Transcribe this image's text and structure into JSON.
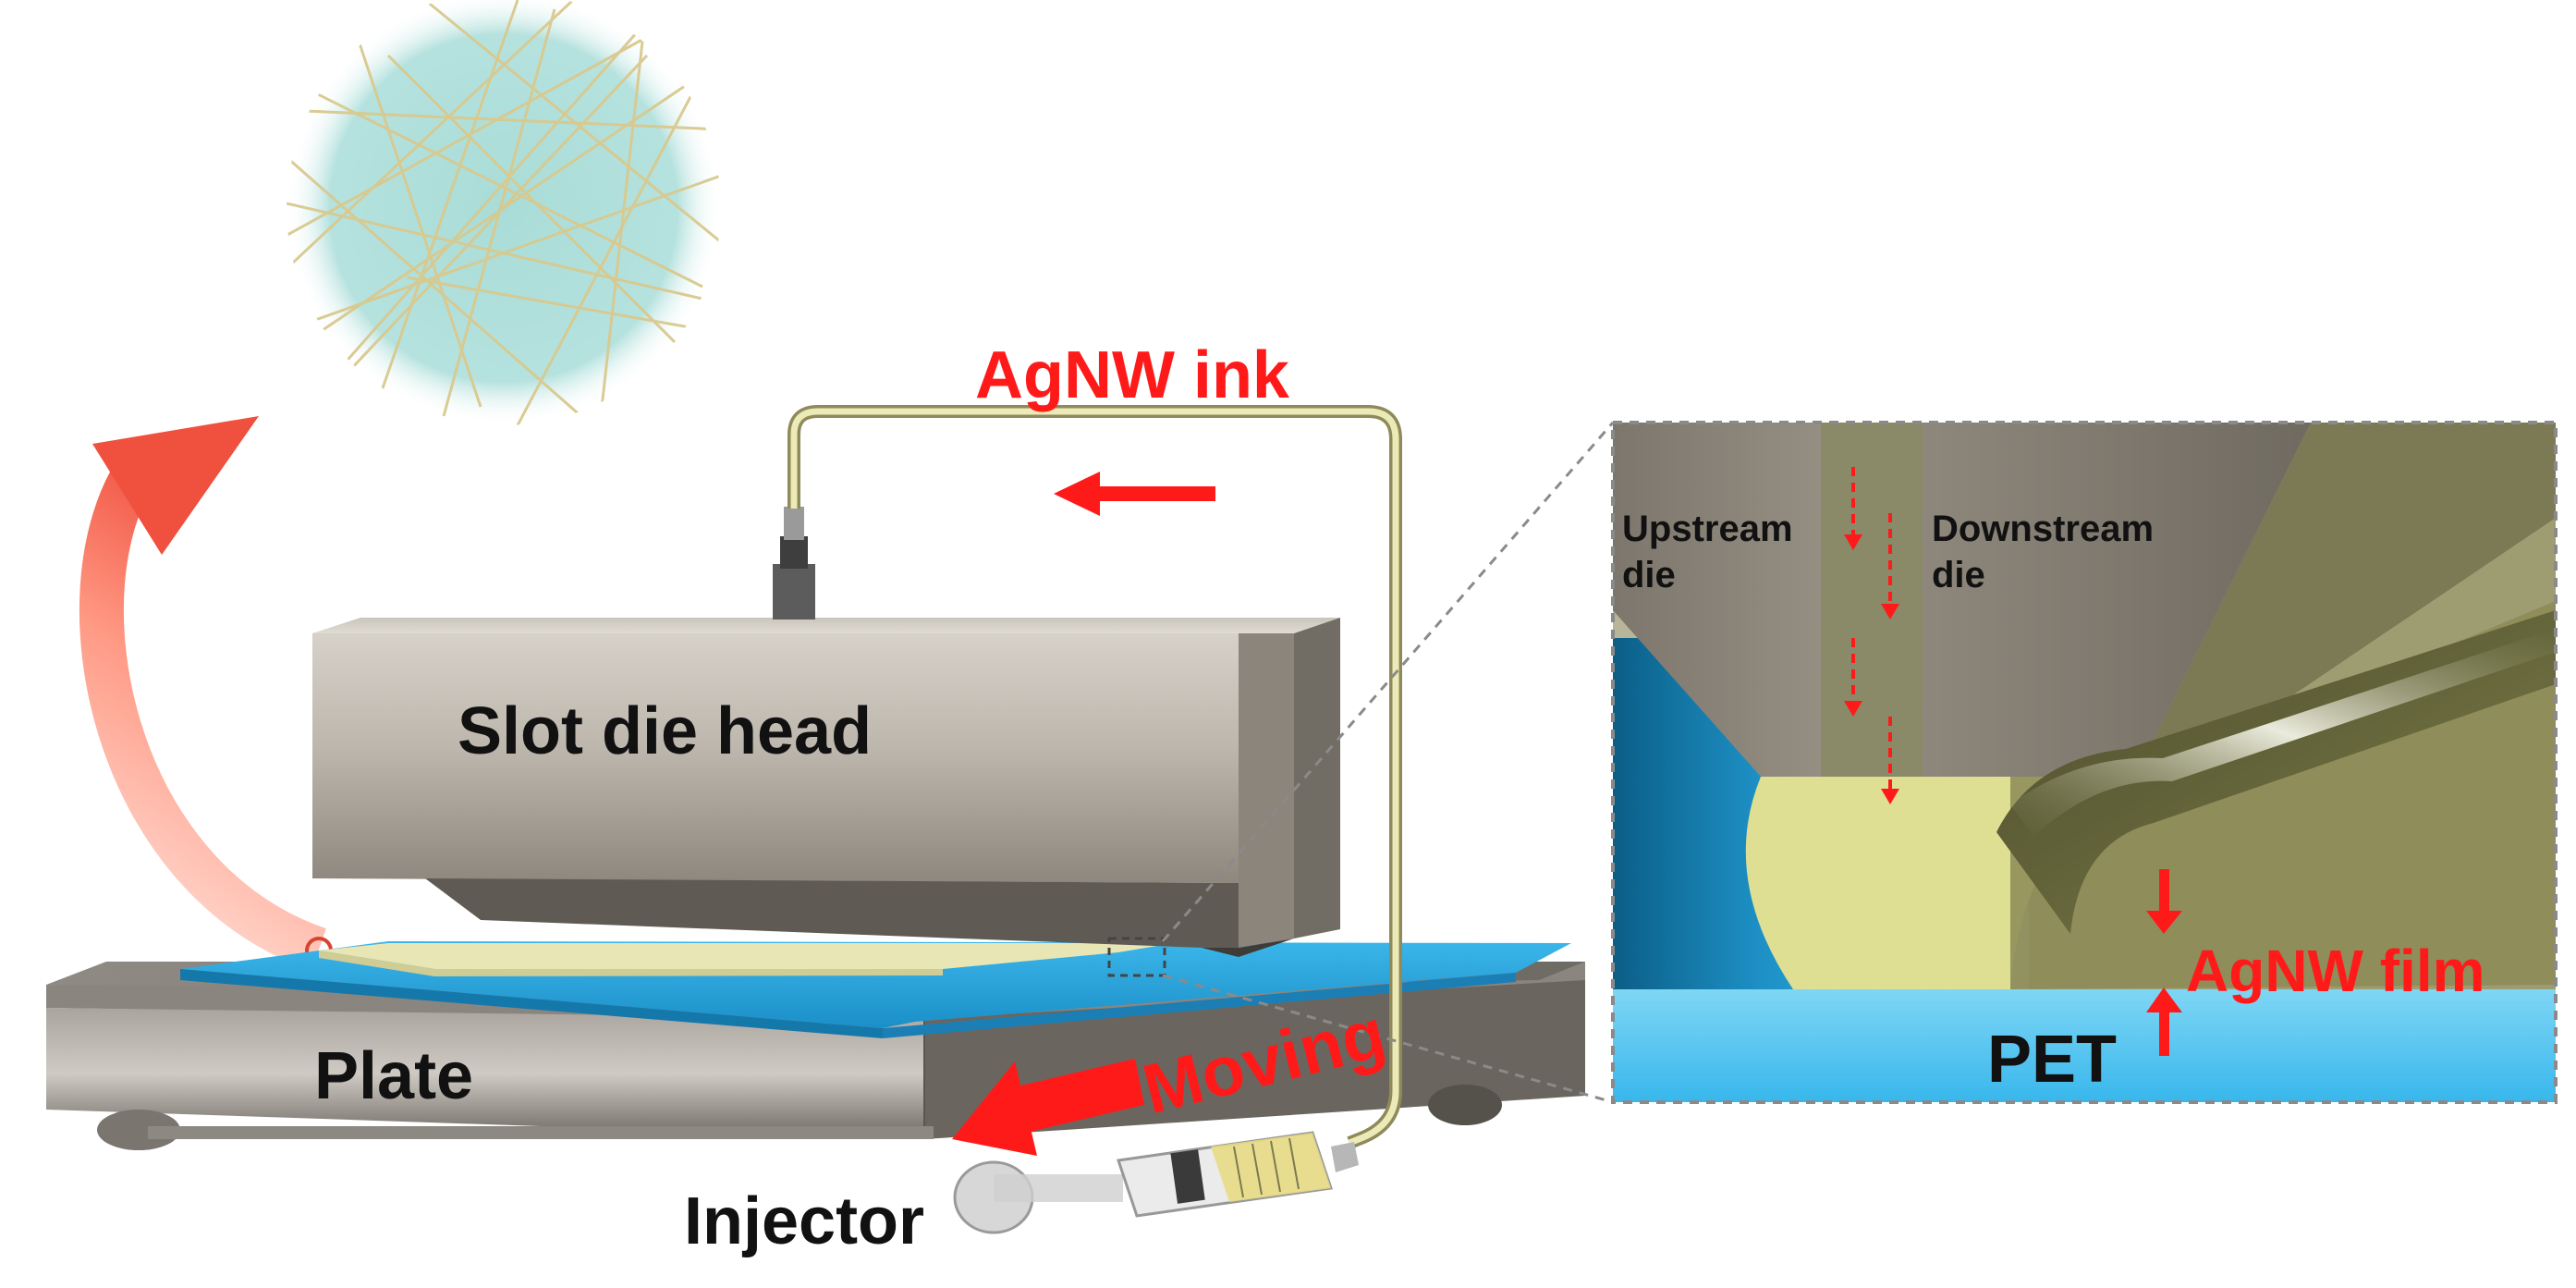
{
  "labels": {
    "ink": "AgNW ink",
    "head": "Slot die head",
    "plate": "Plate",
    "moving": "Moving",
    "injector": "Injector",
    "upstream_line1": "Upstream",
    "upstream_line2": "die",
    "downstream_line1": "Downstream",
    "downstream_line2": "die",
    "film": "AgNW film",
    "pet": "PET"
  },
  "colors": {
    "red_accent": "#ff1a1a",
    "die_metal": "#8c857c",
    "substrate_blue": "#29a8e0",
    "ink_yellow": "#e3e39a",
    "nanowire_bg": "#a9dcd8"
  },
  "icons": [
    "nanowire-magnified-circle",
    "curved-transfer-arrow",
    "ink-flow-arrow",
    "moving-arrow",
    "film-thickness-arrows"
  ]
}
